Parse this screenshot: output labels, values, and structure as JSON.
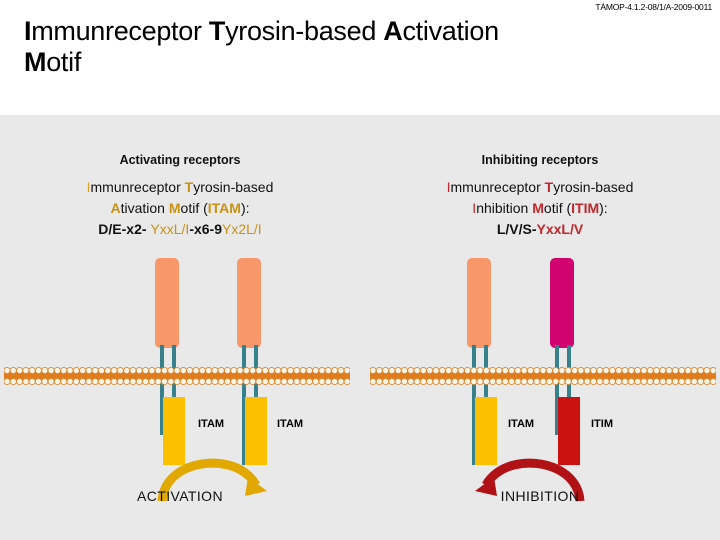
{
  "header": {
    "grant_code": "TÁMOP-4.1.2-08/1/A-2009-0011"
  },
  "title": {
    "line1_a": "I",
    "line1_b": "mmunreceptor ",
    "line1_c": "T",
    "line1_d": "yrosin-based ",
    "line1_e": "A",
    "line1_f": "ctivation",
    "line2_a": "M",
    "line2_b": "otif"
  },
  "colors": {
    "panel_bg": "#e9e9e9",
    "receptor_salmon": "#f7976a",
    "receptor_magenta": "#d1036e",
    "stalk_teal": "#37818c",
    "motif_yellow": "#fbc000",
    "motif_red": "#cc1111",
    "membrane_orange": "#e07b1e",
    "membrane_head": "#f2f0e4",
    "arrow_gold": "#e0a800",
    "arrow_darkred": "#b01216",
    "accent_gold": "#c79214",
    "accent_red": "#c0282d"
  },
  "left_panel": {
    "heading": "Activating receptors",
    "name_line1_i": "I",
    "name_line1_mid": "mmunreceptor ",
    "name_line1_t": "T",
    "name_line1_rest": "yrosin-based",
    "name_line2_a": "A",
    "name_line2_mid": "tivation ",
    "name_line2_m": "M",
    "name_line2_rest": "otif (",
    "name_line2_acr": "ITAM",
    "name_line2_end": "):",
    "seq_pre": "D/E-x2- ",
    "seq_gold1": "YxxL/I",
    "seq_mid": "-x6-9",
    "seq_gold2": "Yx2L/I",
    "motif_label_1": "ITAM",
    "motif_label_2": "ITAM",
    "outcome": "ACTIVATION"
  },
  "right_panel": {
    "heading": "Inhibiting receptors",
    "name_line1_i": "I",
    "name_line1_mid": "mmunreceptor ",
    "name_line1_t": "T",
    "name_line1_rest": "yrosin-based",
    "name_line2_i": "I",
    "name_line2_mid": "nhibition ",
    "name_line2_m": "M",
    "name_line2_rest": "otif (",
    "name_line2_acr": "ITIM",
    "name_line2_end": "):",
    "seq_pre": "L/V/S-",
    "seq_red": "YxxL/V",
    "motif_label_1": "ITAM",
    "motif_label_2": "ITIM",
    "outcome": "INHIBITION"
  }
}
